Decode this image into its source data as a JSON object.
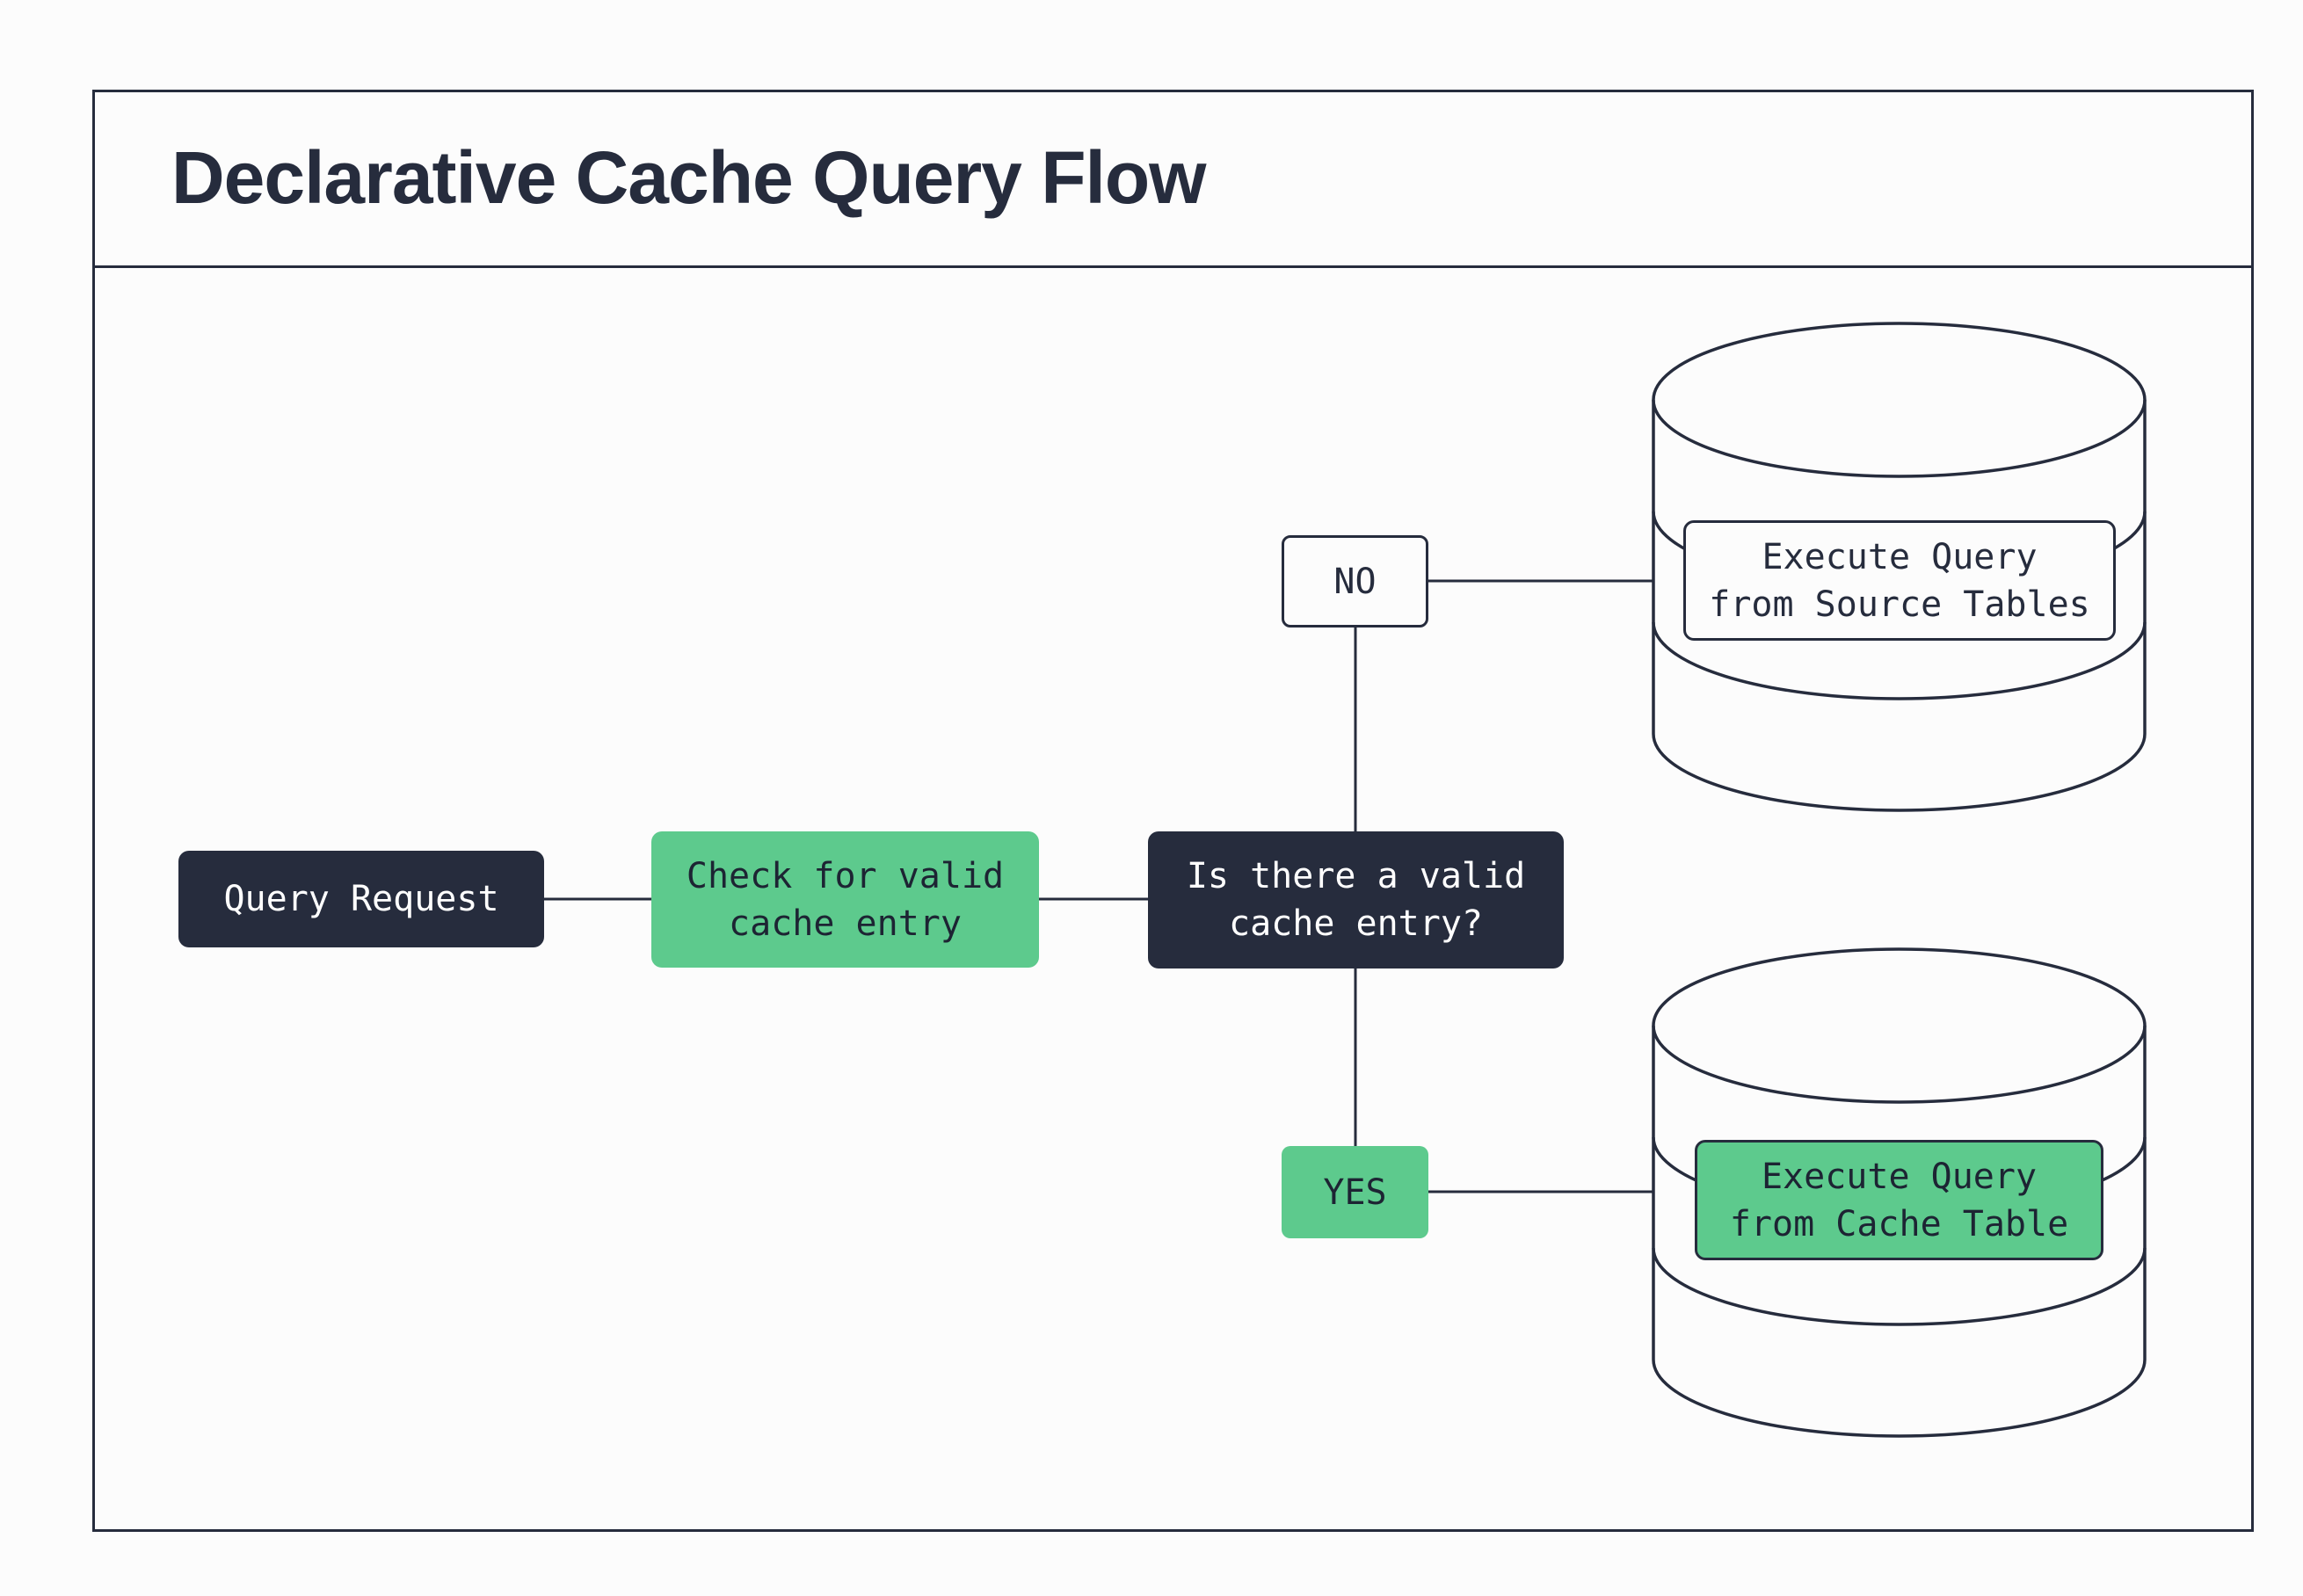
{
  "diagram": {
    "title": "Declarative Cache Query Flow",
    "type": "flowchart",
    "colors": {
      "dark_navy": "#262c3d",
      "green": "#5dca8d",
      "background": "#fcfcfc",
      "text_on_dark": "#ffffff"
    },
    "nodes": {
      "query_request": {
        "label": "Query Request"
      },
      "check_cache": {
        "label": "Check for valid\ncache entry"
      },
      "decision": {
        "label": "Is there a valid\ncache entry?"
      },
      "no_branch": {
        "label": "NO"
      },
      "yes_branch": {
        "label": "YES"
      },
      "source_db": {
        "label": "Execute Query\nfrom Source Tables"
      },
      "cache_db": {
        "label": "Execute Query\nfrom Cache Table"
      }
    },
    "edges": [
      {
        "from": "query_request",
        "to": "check_cache"
      },
      {
        "from": "check_cache",
        "to": "decision"
      },
      {
        "from": "decision",
        "to": "no_branch"
      },
      {
        "from": "no_branch",
        "to": "source_db"
      },
      {
        "from": "decision",
        "to": "yes_branch"
      },
      {
        "from": "yes_branch",
        "to": "cache_db"
      }
    ]
  }
}
